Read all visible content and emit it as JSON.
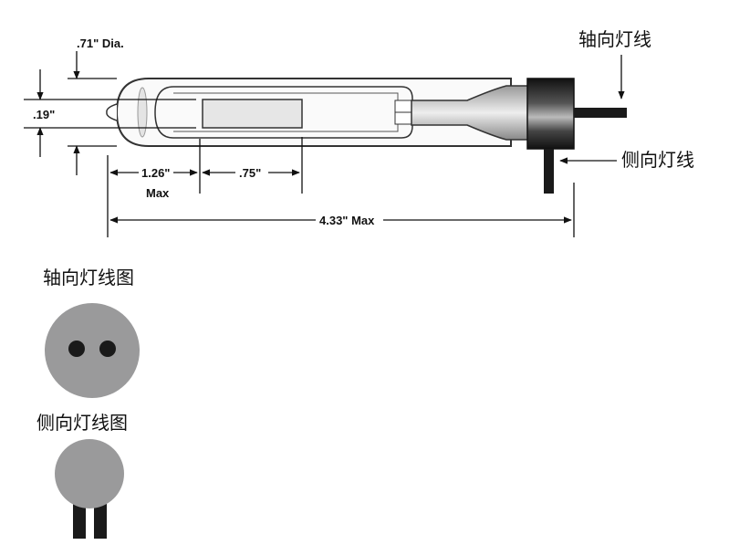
{
  "dimensions": {
    "diameter": ".71\" Dia.",
    "arc_gap": ".19\"",
    "tip_to_electrode": "1.26\"",
    "tip_to_electrode_max": "Max",
    "electrode_length": ".75\"",
    "overall_length": "4.33\" Max"
  },
  "labels": {
    "axial_lead": "轴向灯线",
    "side_lead": "侧向灯线",
    "axial_lead_diagram": "轴向灯线图",
    "side_lead_diagram": "侧向灯线图"
  },
  "colors": {
    "ink": "#111111",
    "base_gray": "#9a9a9b",
    "pin_black": "#1a1a1a",
    "glass_edge": "#333333"
  }
}
